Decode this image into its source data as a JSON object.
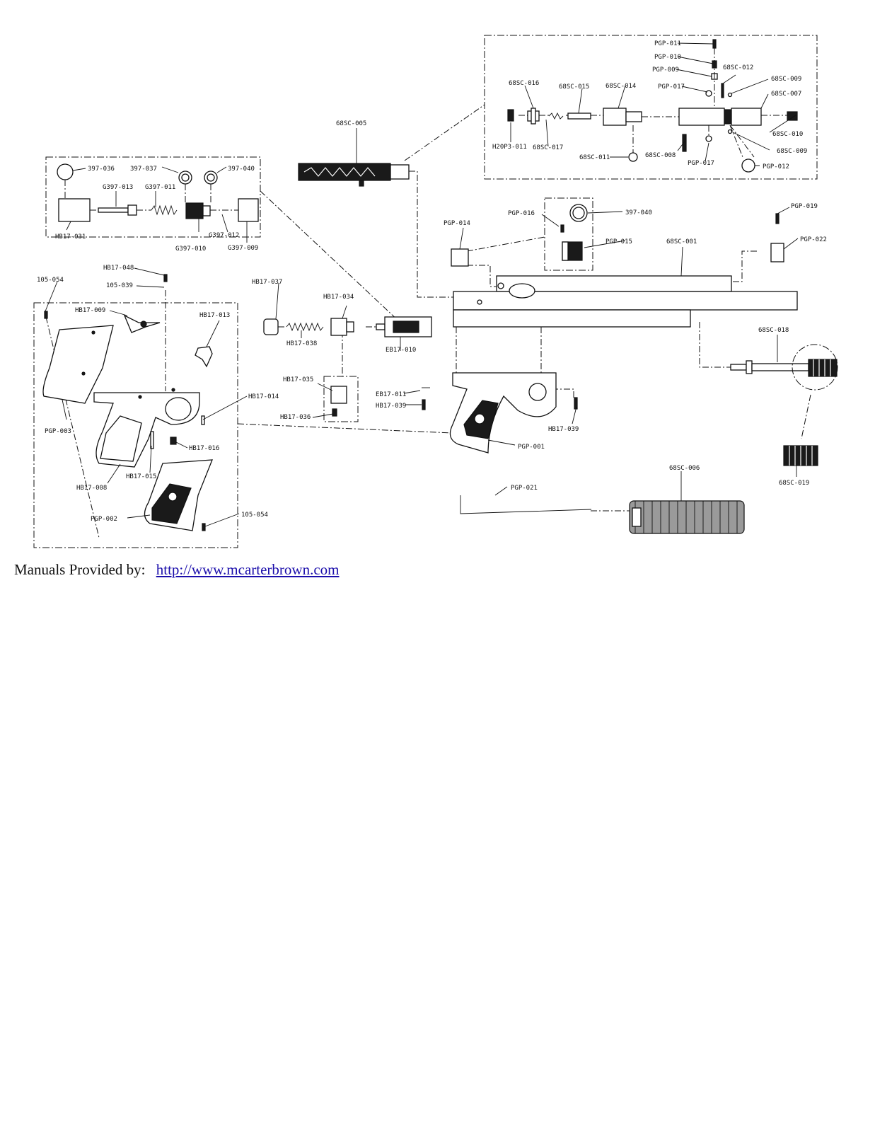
{
  "labels": {
    "pgp_011": "PGP-011",
    "pgp_010": "PGP-010",
    "pgp_009": "PGP-009",
    "sc_012": "68SC-012",
    "sc_009a": "68SC-009",
    "sc_007": "68SC-007",
    "sc_016": "68SC-016",
    "sc_015": "68SC-015",
    "sc_014": "68SC-014",
    "pgp_017a": "PGP-017",
    "sc_010": "68SC-010",
    "sc_009b": "68SC-009",
    "h20p3_011": "H20P3-011",
    "sc_017": "68SC-017",
    "sc_011": "68SC-011",
    "sc_008": "68SC-008",
    "pgp_017b": "PGP-017",
    "pgp_012": "PGP-012",
    "sc_005": "68SC-005",
    "r397_036": "397-036",
    "r397_037": "397-037",
    "r397_040a": "397-040",
    "g397_013": "G397-013",
    "g397_011": "G397-011",
    "hb17_031": "HB17-031",
    "g397_012": "G397-012",
    "g397_010": "G397-010",
    "g397_009": "G397-009",
    "pgp_016": "PGP-016",
    "r397_040b": "397-040",
    "pgp_014": "PGP-014",
    "pgp_015": "PGP-015",
    "sc_001": "68SC-001",
    "pgp_019": "PGP-019",
    "pgp_022": "PGP-022",
    "hb17_048": "HB17-048",
    "r105_054a": "105-054",
    "r105_039": "105-039",
    "hb17_009": "HB17-009",
    "hb17_013": "HB17-013",
    "hb17_037": "HB17-037",
    "hb17_034": "HB17-034",
    "hb17_038": "HB17-038",
    "eb17_010": "EB17-010",
    "hb17_014": "HB17-014",
    "hb17_035": "HB17-035",
    "hb17_036": "HB17-036",
    "eb17_011": "EB17-011",
    "hb17_039a": "HB17-039",
    "hb17_039b": "HB17-039",
    "pgp_003": "PGP-003",
    "hb17_016": "HB17-016",
    "hb17_015": "HB17-015",
    "hb17_008": "HB17-008",
    "pgp_001": "PGP-001",
    "sc_018": "68SC-018",
    "sc_006": "68SC-006",
    "pgp_021": "PGP-021",
    "sc_019": "68SC-019",
    "pgp_002": "PGP-002",
    "r105_054b": "105-054"
  },
  "footer": {
    "prefix": "Manuals Provided by:",
    "link_text": "http://www.mcarterbrown.com"
  }
}
